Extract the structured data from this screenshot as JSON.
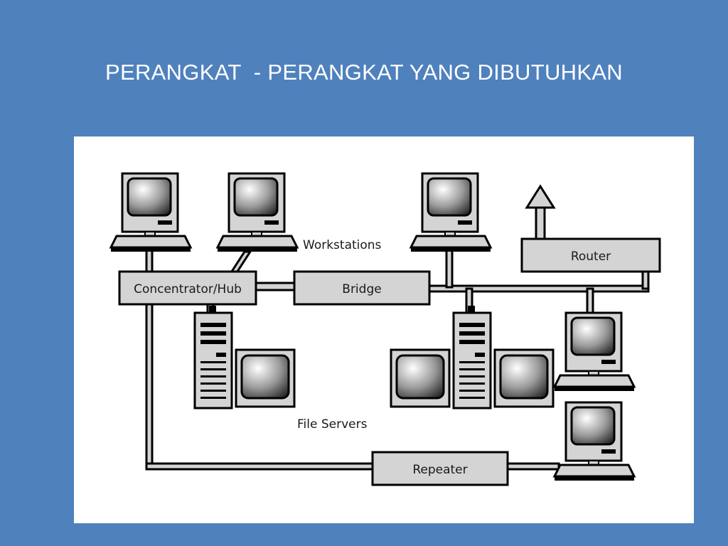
{
  "slide": {
    "title": "PERANGKAT  - PERANGKAT YANG DIBUTUHKAN"
  },
  "diagram": {
    "labels": {
      "workstations": "Workstations",
      "hub": "Concentrator/Hub",
      "bridge": "Bridge",
      "router": "Router",
      "file_servers": "File Servers",
      "repeater": "Repeater"
    }
  },
  "colors": {
    "background": "#4f81bd",
    "panel": "#ffffff",
    "device_fill": "#d4d4d4",
    "outline": "#000000"
  }
}
